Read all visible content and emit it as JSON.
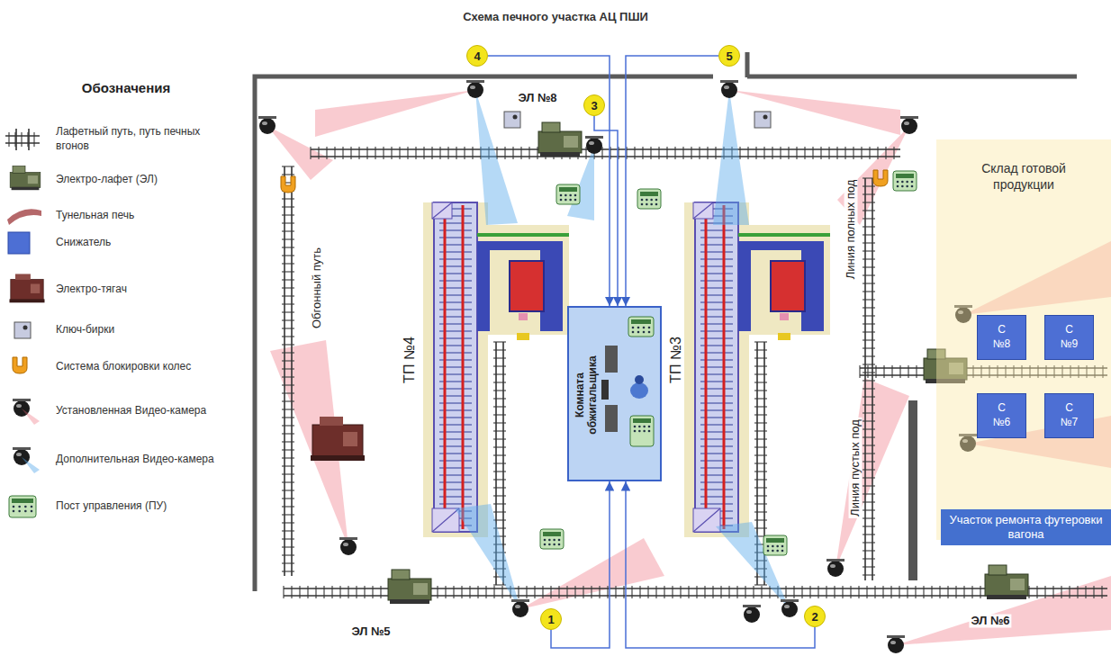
{
  "diagram": {
    "title": "Схема печного участка АЦ ПШИ",
    "nodes": [
      {
        "text": [
          "4"
        ]
      },
      {
        "text": [
          "5"
        ]
      },
      {
        "text": [
          "3"
        ]
      },
      {
        "text": [
          "Склад готовой продукции"
        ]
      },
      {
        "text": [
          "С №8"
        ],
        "in": 3
      },
      {
        "text": [
          "С №9"
        ],
        "in": 3
      },
      {
        "text": [
          "С №6"
        ],
        "in": 3
      },
      {
        "text": [
          "С №7"
        ],
        "in": 3
      },
      {
        "text": [
          "Участок ремонта футеровки вагона"
        ],
        "in": 3
      },
      {
        "text": [
          "Комната обжигальщика"
        ]
      },
      {
        "text": [
          "1"
        ]
      },
      {
        "text": [
          "2"
        ]
      }
    ],
    "edges": [
      {
        "from": 0,
        "to": 9,
        "arrow": "to"
      },
      {
        "from": 1,
        "to": 9,
        "arrow": "to"
      },
      {
        "from": 2,
        "to": 9,
        "arrow": "to"
      },
      {
        "from": 10,
        "to": 9,
        "arrow": "to"
      },
      {
        "from": 11,
        "to": 9,
        "arrow": "to"
      }
    ],
    "labels": [
      "Обозначения",
      "ЭЛ №8",
      "ТП №4",
      "ТП №3",
      "Обгонный путь",
      "Линия полных под",
      "Линия пустых под",
      "ЭЛ №5",
      "ЭЛ №6"
    ],
    "legend": [
      {
        "text": "Лафетный путь, путь печных вгонов"
      },
      {
        "text": "Электро-лафет (ЭЛ)"
      },
      {
        "text": "Тунельная печь"
      },
      {
        "text": "Снижатель",
        "color": "#4d6fd4"
      },
      {
        "text": "Электро-тягач"
      },
      {
        "text": "Ключ-бирки"
      },
      {
        "text": "Система блокировки колес"
      },
      {
        "text": "Установленная Видео-камера"
      },
      {
        "text": "Дополнительная Видео-камера"
      },
      {
        "text": "Пост управления (ПУ)"
      }
    ]
  }
}
